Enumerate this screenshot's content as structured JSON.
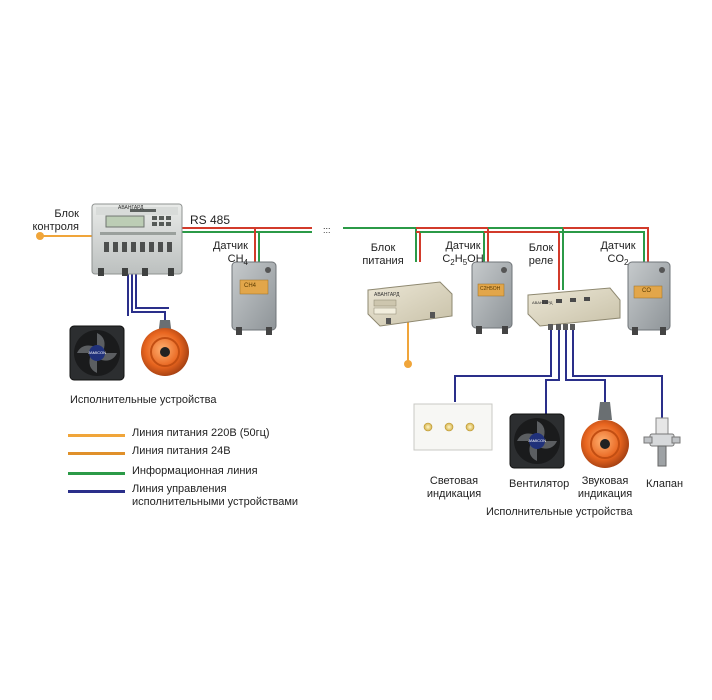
{
  "labels": {
    "control_unit": [
      "Блок",
      "контроля"
    ],
    "rs485": "RS 485",
    "sensor_ch4": "Датчик",
    "ch4_formula": {
      "main": "CH",
      "sub": "4"
    },
    "power_unit": [
      "Блок",
      "питания"
    ],
    "sensor_c2h5oh": "Датчик",
    "c2h5oh_formula": {
      "p1": "C",
      "s1": "2",
      "p2": "H",
      "s2": "5",
      "p3": "OH"
    },
    "relay_unit": [
      "Блок",
      "реле"
    ],
    "sensor_co2": "Датчик",
    "co2_formula": {
      "main": "CO",
      "sub": "2"
    },
    "executive_devices_left": "Исполнительные устройства",
    "executive_devices_right": "Исполнительные устройства",
    "light_indication": [
      "Световая",
      "индикация"
    ],
    "fan": "Вентилятор",
    "sound_indication": [
      "Звуковая",
      "индикация"
    ],
    "valve": "Клапан",
    "ellipsis": ":::"
  },
  "device_text": {
    "brand": "АВАНГАРД",
    "sensor_ch4_badge": "СН4",
    "sensor_c2h5oh_badge": "С2Н5ОН",
    "sensor_co2_badge": "CO",
    "fan_brand": "JAMICON"
  },
  "legend": [
    {
      "label": "Линия питания 220В (50гц)",
      "color": "#f0a53a"
    },
    {
      "label": "Линия питания 24В",
      "color": "#e0902a"
    },
    {
      "label": "Информационная линия",
      "color": "#2b9a47"
    },
    {
      "label": "Линия управления исполнительными устройствами",
      "color": "#2a2f8a"
    }
  ],
  "colors": {
    "power_220": "#f0a53a",
    "power_24": "#e0902a",
    "info_green": "#2b9a47",
    "info_red": "#d23b2b",
    "control_blue": "#2a2f8a",
    "housing_gray": "#a9aeb2",
    "housing_dark": "#7b8185",
    "sensor_badge": "#e2a64a",
    "siren_orange": "#e8651f"
  }
}
